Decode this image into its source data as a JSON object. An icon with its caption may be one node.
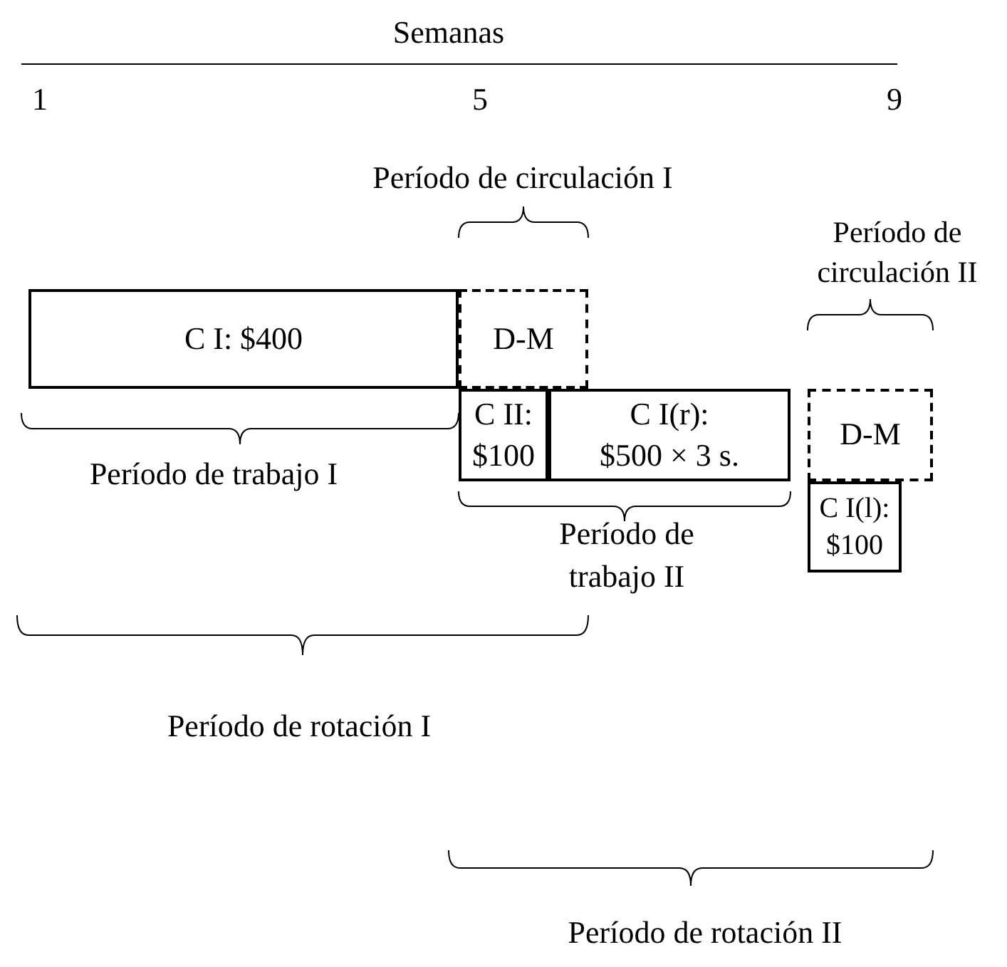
{
  "diagram": {
    "nodes": [
      {
        "text": [
          "C I: $400"
        ]
      },
      {
        "text": [
          "D-M"
        ]
      },
      {
        "text": [
          "C II: $100"
        ]
      },
      {
        "text": [
          "C I(r): $500 × 3 s."
        ]
      },
      {
        "text": [
          "D-M"
        ]
      },
      {
        "text": [
          "C I(l): $100"
        ]
      }
    ],
    "labels": [
      "Semanas",
      "1",
      "5",
      "9",
      "Período de circulación I",
      "Período de circulación II",
      "Período de trabajo I",
      "Período de trabajo II",
      "Período de rotación I",
      "Período de rotación II"
    ]
  }
}
